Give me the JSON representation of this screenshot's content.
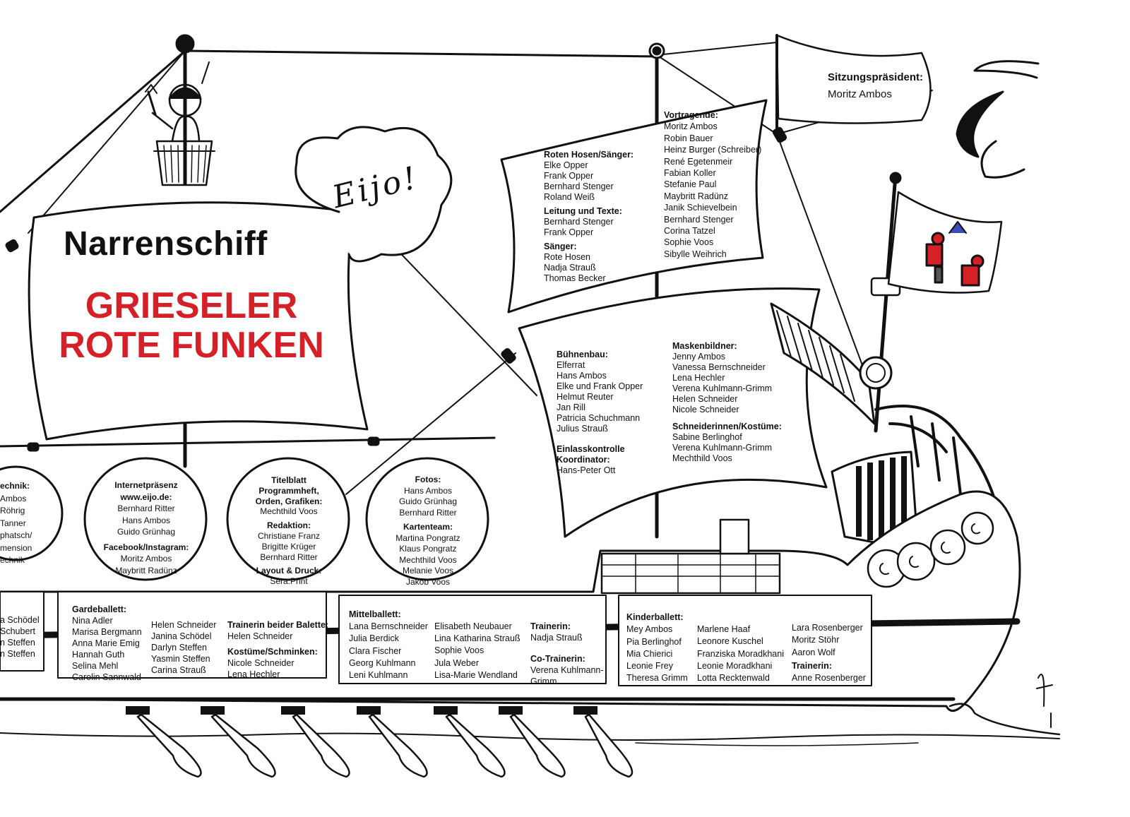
{
  "title": {
    "main": "Narrenschiff",
    "line1": "GRIESELER",
    "line2": "ROTE FUNKEN",
    "exclamation": "Eijo!"
  },
  "sitzungspraesident": {
    "heading": "Sitzungspräsident:",
    "name": "Moritz Ambos"
  },
  "colors": {
    "accent_red": "#d62027",
    "ink": "#111111"
  },
  "sail_top_left": {
    "groups": [
      {
        "heading": "Roten Hosen/Sänger:",
        "names": [
          "Elke Opper",
          "Frank Opper",
          "Bernhard Stenger",
          "Roland Weiß"
        ]
      },
      {
        "heading": "Leitung und Texte:",
        "names": [
          "Bernhard Stenger",
          "Frank Opper"
        ]
      },
      {
        "heading": "Sänger:",
        "names": [
          "Rote Hosen",
          "Nadja Strauß",
          "Thomas Becker"
        ]
      }
    ]
  },
  "sail_top_right": {
    "heading": "Vortragende:",
    "names": [
      "Moritz Ambos",
      "Robin Bauer",
      "Heinz Burger (Schreiber)",
      "René Egetenmeir",
      "Fabian Koller",
      "Stefanie Paul",
      "Maybritt Radünz",
      "Janik Schievelbein",
      "Bernhard Stenger",
      "Corina Tatzel",
      "Sophie Voos",
      "Sibylle Weihrich"
    ]
  },
  "sail_mid_left": {
    "groups": [
      {
        "heading": "Bühnenbau:",
        "names": [
          "Elferrat",
          "Hans Ambos",
          "Elke und Frank Opper",
          "Helmut Reuter",
          "Jan Rill",
          "Patricia Schuchmann",
          "Julius Strauß"
        ]
      },
      {
        "heading": "Einlasskontrolle Koordinator:",
        "names": [
          "Hans-Peter Ott"
        ]
      }
    ]
  },
  "sail_mid_right": {
    "groups": [
      {
        "heading": "Maskenbildner:",
        "names": [
          "Jenny Ambos",
          "Vanessa Bernschneider",
          "Lena Hechler",
          "Verena Kuhlmann-Grimm",
          "Helen Schneider",
          "Nicole Schneider"
        ]
      },
      {
        "heading": "Schneiderinnen/Kostüme:",
        "names": [
          "Sabine Berlinghof",
          "Verena Kuhlmann-Grimm",
          "Mechthild Voos"
        ]
      }
    ]
  },
  "shield_1": {
    "lines": [
      "echnik:",
      "Ambos",
      "Röhrig",
      "Tanner",
      "phatsch/",
      "mension",
      "echnik"
    ]
  },
  "shield_2": {
    "groups": [
      {
        "heading": "Internetpräsenz www.eijo.de:",
        "names": [
          "Bernhard Ritter",
          "Hans Ambos",
          "Guido Grünhag"
        ]
      },
      {
        "heading": "Facebook/Instagram:",
        "names": [
          "Moritz Ambos",
          "Maybritt Radünz"
        ]
      }
    ]
  },
  "shield_3": {
    "groups": [
      {
        "heading": "Titelblatt Programmheft, Orden, Grafiken:",
        "names": [
          "Mechthild Voos"
        ]
      },
      {
        "heading": "Redaktion:",
        "names": [
          "Christiane Franz",
          "Brigitte Krüger",
          "Bernhard Ritter"
        ]
      },
      {
        "heading": "Layout & Druck:",
        "names": [
          "Sera.Print"
        ]
      }
    ]
  },
  "shield_4": {
    "groups": [
      {
        "heading": "Fotos:",
        "names": [
          "Hans Ambos",
          "Guido Grünhag",
          "Bernhard Ritter"
        ]
      },
      {
        "heading": "Kartenteam:",
        "names": [
          "Martina Pongratz",
          "Klaus Pongratz",
          "Mechthild Voos",
          "Melanie Voos",
          "Jakob Voos"
        ]
      }
    ]
  },
  "strip_0": {
    "names": [
      "a Schödel",
      "Schubert",
      "n Steffen",
      "n Steffen"
    ]
  },
  "strip_gardeballett": {
    "heading": "Gardeballett:",
    "col1": [
      "Nina Adler",
      "Marisa Bergmann",
      "Anna Marie Emig",
      "Hannah Guth",
      "Selina Mehl",
      "Carolin Sannwald"
    ],
    "col2": [
      "Helen Schneider",
      "Janina Schödel",
      "Darlyn Steffen",
      "Yasmin Steffen",
      "Carina Strauß"
    ],
    "trainer_heading": "Trainerin beider Balette:",
    "trainer": "Helen Schneider",
    "kostuem_heading": "Kostüme/Schminken:",
    "kostuem": [
      "Nicole Schneider",
      "Lena Hechler"
    ]
  },
  "strip_mittelballett": {
    "heading": "Mittelballett:",
    "col1": [
      "Lana Bernschneider",
      "Julia Berdick",
      "Clara Fischer",
      "Georg Kuhlmann",
      "Leni Kuhlmann"
    ],
    "col2": [
      "Elisabeth Neubauer",
      "Lina Katharina Strauß",
      "Sophie Voos",
      "Jula Weber",
      "Lisa-Marie Wendland"
    ],
    "trainer_heading": "Trainerin:",
    "trainer": "Nadja Strauß",
    "cotrainer_heading": "Co-Trainerin:",
    "cotrainer": [
      "Verena Kuhlmann-",
      "Grimm"
    ]
  },
  "strip_kinderballett": {
    "heading": "Kinderballett:",
    "col1": [
      "Mey Ambos",
      "Pia Berlinghof",
      "Mia Chierici",
      "Leonie Frey",
      "Theresa Grimm"
    ],
    "col2": [
      "Marlene Haaf",
      "Leonore Kuschel",
      "Franziska Moradkhani",
      "Leonie Moradkhani",
      "Lotta Recktenwald"
    ],
    "col3": [
      "Lara Rosenberger",
      "Moritz Stöhr",
      "Aaron Wolf"
    ],
    "trainer_heading": "Trainerin:",
    "trainer": "Anne Rosenberger"
  }
}
